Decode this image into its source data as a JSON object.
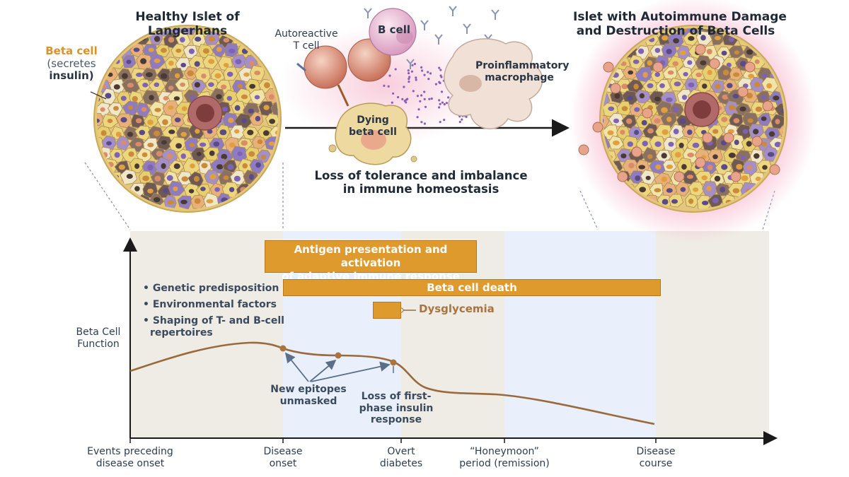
{
  "titles": {
    "healthy": [
      "Healthy Islet of",
      "Langerhans"
    ],
    "damaged": [
      "Islet with Autoimmune Damage",
      "and Destruction of Beta Cells"
    ]
  },
  "beta_cell_label": {
    "name": "Beta cell",
    "line2": "(secretes",
    "line3": "insulin)"
  },
  "immune_labels": {
    "t_cell": [
      "Autoreactive",
      "T cell"
    ],
    "b_cell": "B cell",
    "macrophage": [
      "Proinflammatory",
      "macrophage"
    ],
    "dying": [
      "Dying",
      "beta cell"
    ]
  },
  "loss_of_tolerance": [
    "Loss of tolerance and imbalance",
    "in immune homeostasis"
  ],
  "bars": {
    "antigen": [
      "Antigen presentation and activation",
      "of adaptive immune response"
    ],
    "beta_death": "Beta cell death",
    "dysglycemia": "Dysglycemia"
  },
  "bullets": [
    "• Genetic predisposition",
    "• Environmental factors",
    "• Shaping of T- and B-cell",
    "repertoires"
  ],
  "y_axis_label": [
    "Beta Cell",
    "Function"
  ],
  "annotations": {
    "epitopes": [
      "New epitopes",
      "unmasked"
    ],
    "first_phase": [
      "Loss of first-",
      "phase insulin",
      "response"
    ]
  },
  "x_axis_labels": [
    [
      "Events preceding",
      "disease onset"
    ],
    [
      "Disease",
      "onset"
    ],
    [
      "Overt",
      "diabetes"
    ],
    [
      "“Honeymoon”",
      "period (remission)"
    ],
    [
      "Disease",
      "course"
    ]
  ],
  "colors": {
    "bar_orange": "#df9a2e",
    "curve_brown": "#9a6a3c",
    "band_beige": "#efebe5",
    "band_blue": "#eaf0fb",
    "arrow_dark": "#1a1a1a",
    "beta_cell_yellow": "#ecd77f",
    "alpha_cell_purple": "#a48fc8",
    "inflammation_pink": "#f7a9c3"
  }
}
